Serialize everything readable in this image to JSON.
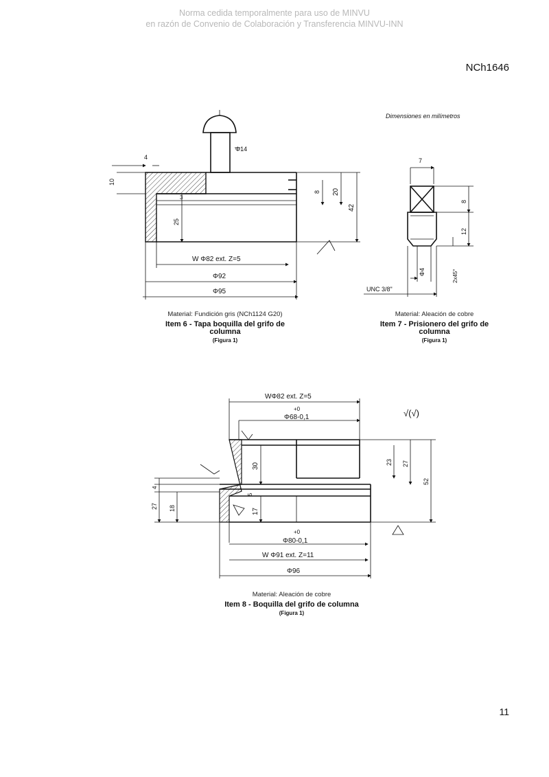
{
  "watermark": {
    "line1": "Norma cedida temporalmente para uso de MINVU",
    "line2": "en razón de Convenio de Colaboración y Transferencia MINVU-INN"
  },
  "header": {
    "code": "NCh1646"
  },
  "note": "Dimensiones en milímetros",
  "item6": {
    "material": "Material: Fundición gris (NCh1124 G20)",
    "title_line1": "Item 6 - Tapa boquilla del grifo de",
    "title_line2": "columna",
    "figure": "(Figura 1)",
    "dims": {
      "d14": "Φ14",
      "d4": "4",
      "d10": "10",
      "d8": "8",
      "d20": "20",
      "d42": "42",
      "d3": "3",
      "d25": "25",
      "thread": "W Φ82 ext. Z=5",
      "d92": "Φ92",
      "d95": "Φ95"
    }
  },
  "item7": {
    "material": "Material: Aleación de cobre",
    "title_line1": "Item 7 - Prisionero del grifo de",
    "title_line2": "columna",
    "figure": "(Figura 1)",
    "dims": {
      "d7": "7",
      "d8": "8",
      "d12": "12",
      "d4": "Φ4",
      "chamfer": "2x45°",
      "thread": "UNC 3/8\""
    }
  },
  "item8": {
    "material": "Material: Aleación de cobre",
    "title": "Item 8 - Boquilla del grifo de columna",
    "figure": "(Figura 1)",
    "dims": {
      "thread_top": "WΦ82 ext. Z=5",
      "tol_top": "+0",
      "d68": "Φ68-0,1",
      "roughness": "√(√)",
      "d30": "30",
      "d23": "23",
      "d27": "27",
      "d52": "52",
      "d4": "4",
      "d5": "5",
      "d17": "17",
      "d18": "18",
      "d27b": "27",
      "tol_bot": "+0",
      "d80": "Φ80-0,1",
      "thread_bot": "W Φ91 ext. Z=11",
      "d96": "Φ96"
    }
  }
}
